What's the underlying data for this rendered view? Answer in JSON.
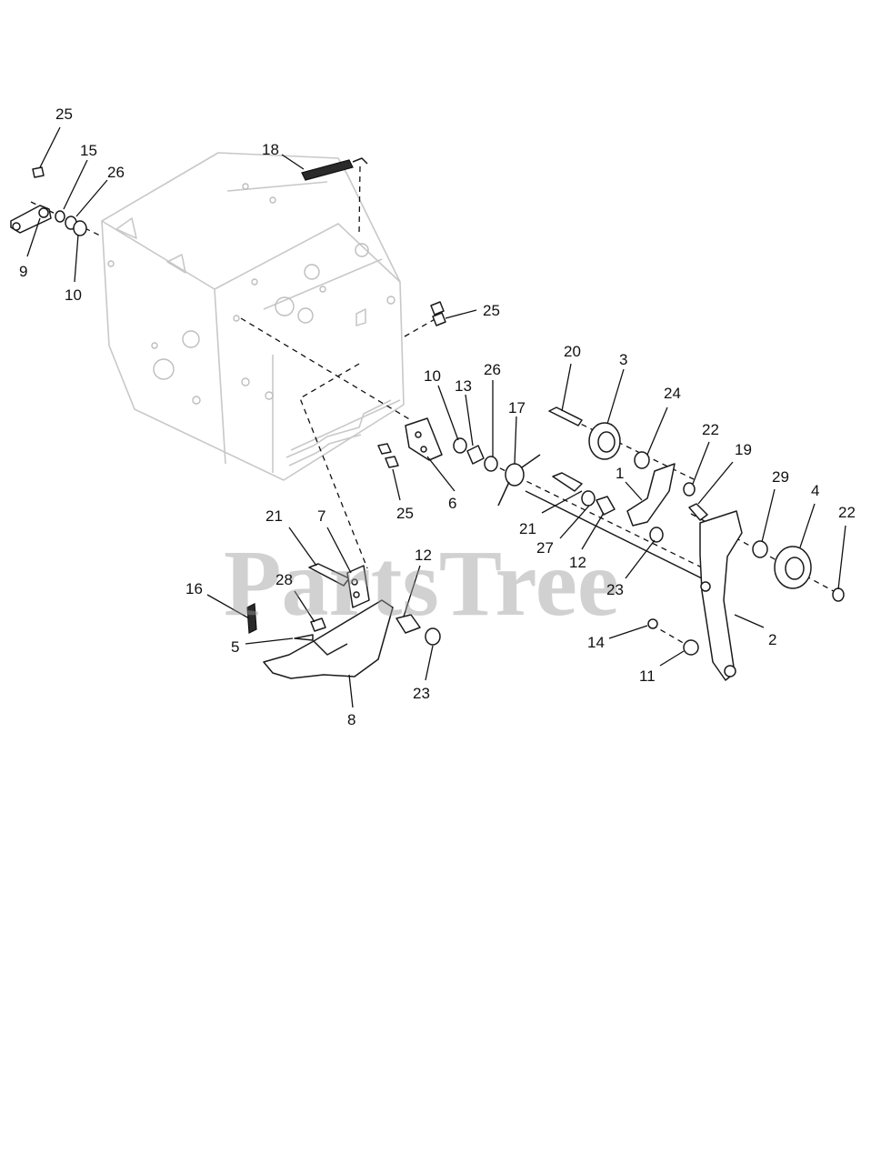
{
  "watermark": "PartsTree",
  "callouts": [
    {
      "id": "25"
    },
    {
      "id": "15"
    },
    {
      "id": "26"
    },
    {
      "id": "9"
    },
    {
      "id": "10"
    },
    {
      "id": "18"
    },
    {
      "id": "25"
    },
    {
      "id": "10"
    },
    {
      "id": "13"
    },
    {
      "id": "26"
    },
    {
      "id": "17"
    },
    {
      "id": "20"
    },
    {
      "id": "3"
    },
    {
      "id": "24"
    },
    {
      "id": "22"
    },
    {
      "id": "19"
    },
    {
      "id": "1"
    },
    {
      "id": "29"
    },
    {
      "id": "4"
    },
    {
      "id": "22"
    },
    {
      "id": "25"
    },
    {
      "id": "6"
    },
    {
      "id": "21"
    },
    {
      "id": "27"
    },
    {
      "id": "12"
    },
    {
      "id": "23"
    },
    {
      "id": "21"
    },
    {
      "id": "7"
    },
    {
      "id": "12"
    },
    {
      "id": "28"
    },
    {
      "id": "16"
    },
    {
      "id": "5"
    },
    {
      "id": "23"
    },
    {
      "id": "8"
    },
    {
      "id": "2"
    },
    {
      "id": "14"
    },
    {
      "id": "11"
    }
  ]
}
